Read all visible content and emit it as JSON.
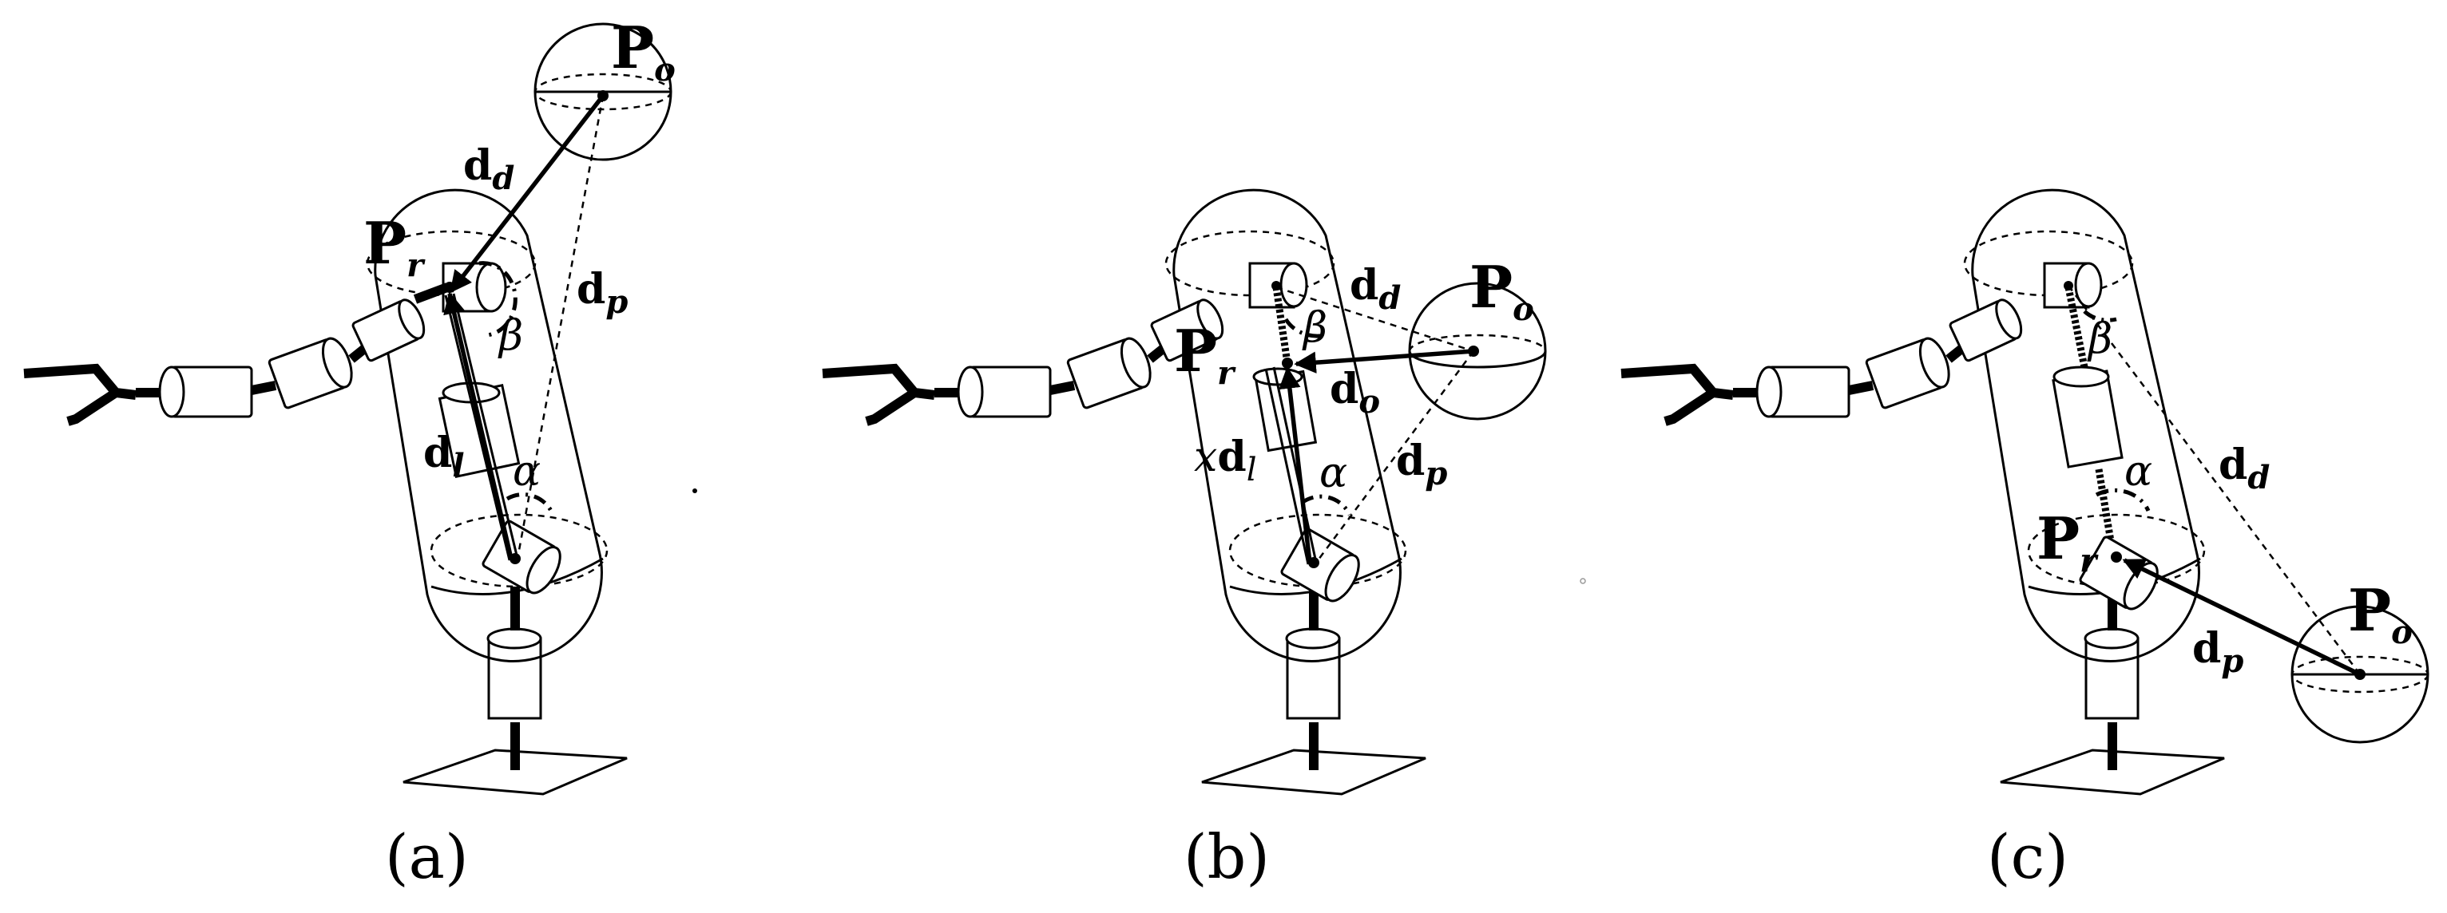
{
  "panels": [
    {
      "caption": "(a)",
      "labels": {
        "Po": {
          "main": "P",
          "sub": "o"
        },
        "Pr": {
          "main": "P",
          "sub": "r"
        },
        "dd": {
          "main": "d",
          "sub": "d"
        },
        "dp": {
          "main": "d",
          "sub": "p"
        },
        "dl": {
          "main": "d",
          "sub": "l"
        },
        "alpha": "α",
        "beta": "β"
      }
    },
    {
      "caption": "(b)",
      "labels": {
        "Po": {
          "main": "P",
          "sub": "o"
        },
        "Pr": {
          "main": "P",
          "sub": "r"
        },
        "dd": {
          "main": "d",
          "sub": "d"
        },
        "dp": {
          "main": "d",
          "sub": "p"
        },
        "do": {
          "main": "d",
          "sub": "o"
        },
        "xdl": {
          "pre": "x",
          "main": "d",
          "sub": "l"
        },
        "alpha": "α",
        "beta": "β"
      }
    },
    {
      "caption": "(c)",
      "labels": {
        "Po": {
          "main": "P",
          "sub": "o"
        },
        "Pr": {
          "main": "P",
          "sub": "r"
        },
        "dd": {
          "main": "d",
          "sub": "d"
        },
        "dp": {
          "main": "d",
          "sub": "p"
        },
        "alpha": "α",
        "beta": "β"
      }
    }
  ]
}
